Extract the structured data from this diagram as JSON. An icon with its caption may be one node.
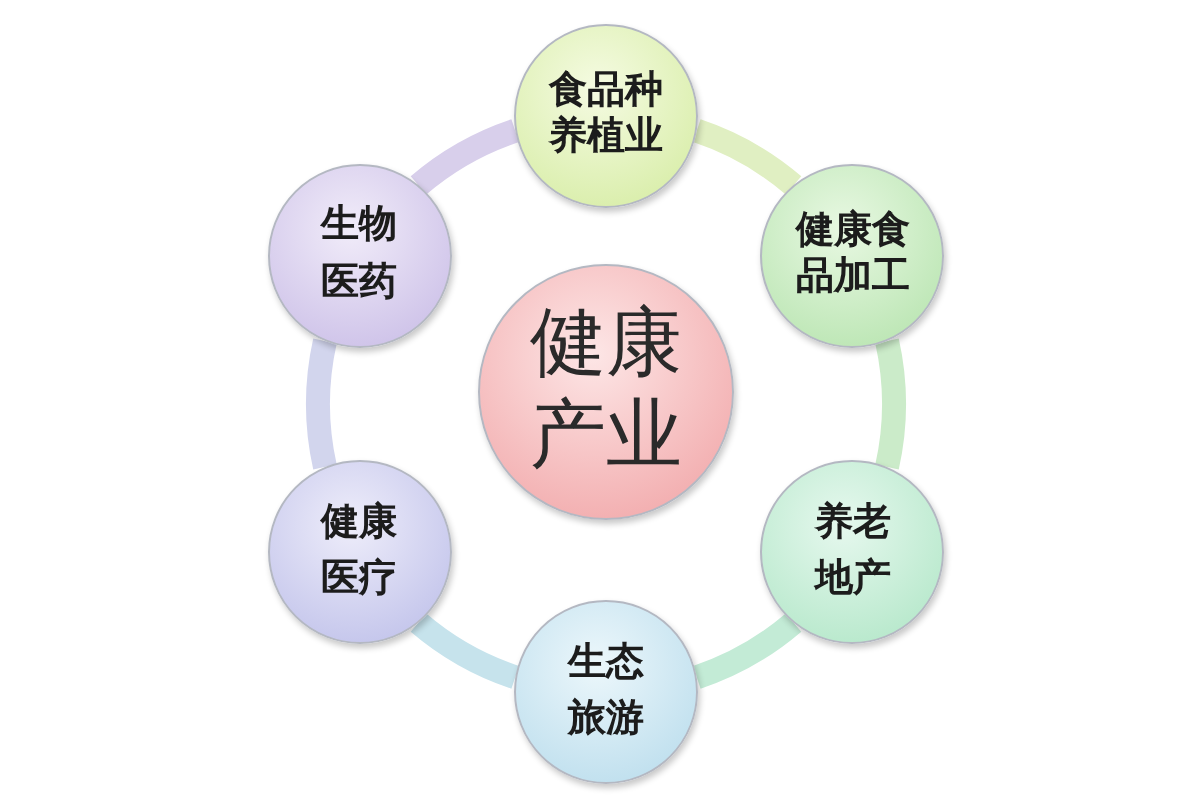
{
  "diagram": {
    "nodes": [
      {
        "text": [
          "健康产业"
        ]
      },
      {
        "text": [
          "食品种养植业"
        ]
      },
      {
        "text": [
          "健康食品加工"
        ]
      },
      {
        "text": [
          "养老地产"
        ]
      },
      {
        "text": [
          "生态旅游"
        ]
      },
      {
        "text": [
          "健康医疗"
        ]
      },
      {
        "text": [
          "生物医药"
        ]
      }
    ],
    "edges": [
      {
        "from": 1,
        "to": 2,
        "arrow": "none",
        "color": "#e0efc2"
      },
      {
        "from": 2,
        "to": 3,
        "arrow": "none",
        "color": "#cbebc9"
      },
      {
        "from": 3,
        "to": 4,
        "arrow": "none",
        "color": "#c3ebd6"
      },
      {
        "from": 4,
        "to": 5,
        "arrow": "none",
        "color": "#c6e3ec"
      },
      {
        "from": 5,
        "to": 6,
        "arrow": "none",
        "color": "#d2d5ed"
      },
      {
        "from": 6,
        "to": 1,
        "arrow": "none",
        "color": "#d8cfeb"
      }
    ]
  }
}
